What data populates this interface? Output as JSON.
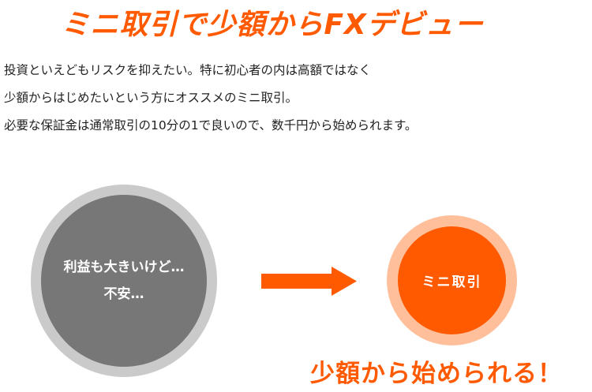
{
  "title": "ミニ取引で少額からFXデビュー",
  "description": [
    "投資といえどもリスクを抑えたい。特に初心者の内は高額ではなく",
    "少額からはじめたいという方にオススメのミニ取引。",
    "必要な保証金は通常取引の10分の1で良いので、数千円から始められます。"
  ],
  "before_circle": {
    "line1": "利益も大きいけど…",
    "line2": "不安…"
  },
  "after_circle": {
    "label": "ミニ取引"
  },
  "tagline": "少額から始められる！",
  "colors": {
    "accent": "#ff5a00",
    "accent_light": "#ffbf9a",
    "gray": "#777777",
    "gray_light": "#cacaca"
  }
}
